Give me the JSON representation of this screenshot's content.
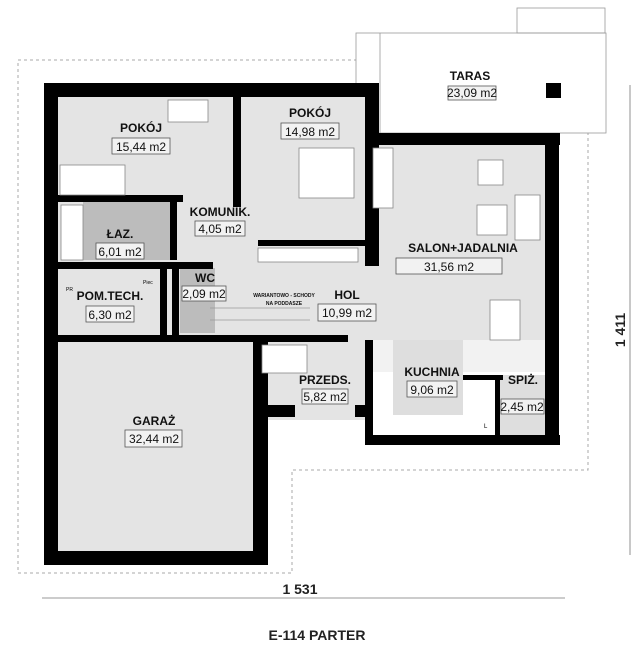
{
  "title": "E-114 PARTER",
  "dimensions": {
    "width": "1 531",
    "height": "1 411"
  },
  "rooms": [
    {
      "name": "POKÓJ",
      "area": "15,44 m2"
    },
    {
      "name": "POKÓJ",
      "area": "14,98 m2"
    },
    {
      "name": "KOMUNIK.",
      "area": "4,05 m2"
    },
    {
      "name": "ŁAZ.",
      "area": "6,01 m2"
    },
    {
      "name": "SALON+JADALNIA",
      "area": "31,56 m2"
    },
    {
      "name": "WC",
      "area": "2,09 m2"
    },
    {
      "name": "HOL",
      "area": "10,99 m2"
    },
    {
      "name": "POM.TECH.",
      "area": "6,30 m2"
    },
    {
      "name": "PRZEDS.",
      "area": "5,82 m2"
    },
    {
      "name": "KUCHNIA",
      "area": "9,06 m2"
    },
    {
      "name": "SPIŻ.",
      "area": "2,45 m2"
    },
    {
      "name": "GARAŻ",
      "area": "32,44 m2"
    },
    {
      "name": "TARAS",
      "area": "23,09 m2"
    }
  ],
  "stairs_note": [
    "WARIANTOWO - SCHODY",
    "NA PODDASZE"
  ],
  "equipment_labels": {
    "boiler": "PR",
    "furnace": "Piec",
    "fridge": "L"
  },
  "colors": {
    "room": "#e4e4e4",
    "wet_room": "#bcbcbc",
    "wall": "#000000"
  }
}
